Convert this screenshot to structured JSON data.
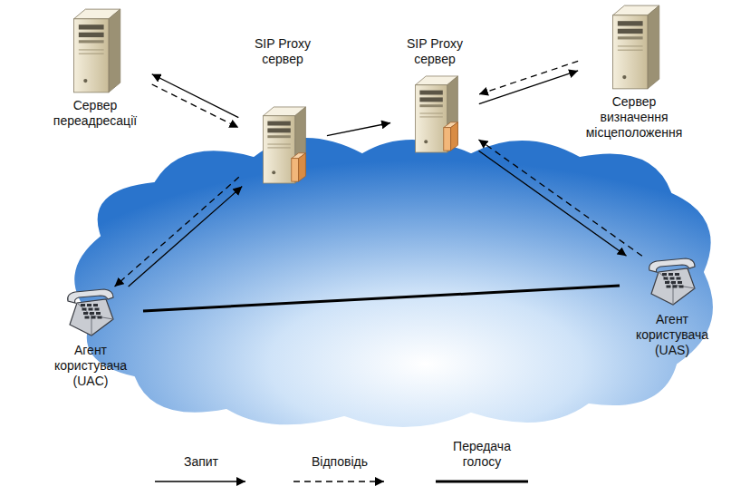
{
  "diagram": {
    "nodes": [
      {
        "text": [
          "Сервер переадресації"
        ]
      },
      {
        "text": [
          "SIP Proxy сервер"
        ]
      },
      {
        "text": [
          "SIP Proxy сервер"
        ]
      },
      {
        "text": [
          "Сервер визначення місцеположення"
        ]
      },
      {
        "text": [
          "Агент користувача (UAC)"
        ]
      },
      {
        "text": [
          "Агент користувача (UAS)"
        ]
      }
    ],
    "edges": [
      {
        "from": 4,
        "to": 1,
        "arrow": "to"
      },
      {
        "from": 1,
        "to": 4,
        "arrow": "to"
      },
      {
        "from": 1,
        "to": 0,
        "arrow": "to"
      },
      {
        "from": 0,
        "to": 1,
        "arrow": "to"
      },
      {
        "from": 1,
        "to": 2,
        "arrow": "to"
      },
      {
        "from": 2,
        "to": 3,
        "arrow": "to"
      },
      {
        "from": 3,
        "to": 2,
        "arrow": "to"
      },
      {
        "from": 2,
        "to": 5,
        "arrow": "to"
      },
      {
        "from": 5,
        "to": 2,
        "arrow": "to"
      },
      {
        "from": 4,
        "to": 5,
        "arrow": "none"
      }
    ],
    "legend": [
      {
        "text": "Запит"
      },
      {
        "text": "Відповідь"
      },
      {
        "text": "Передача голосу"
      }
    ]
  }
}
